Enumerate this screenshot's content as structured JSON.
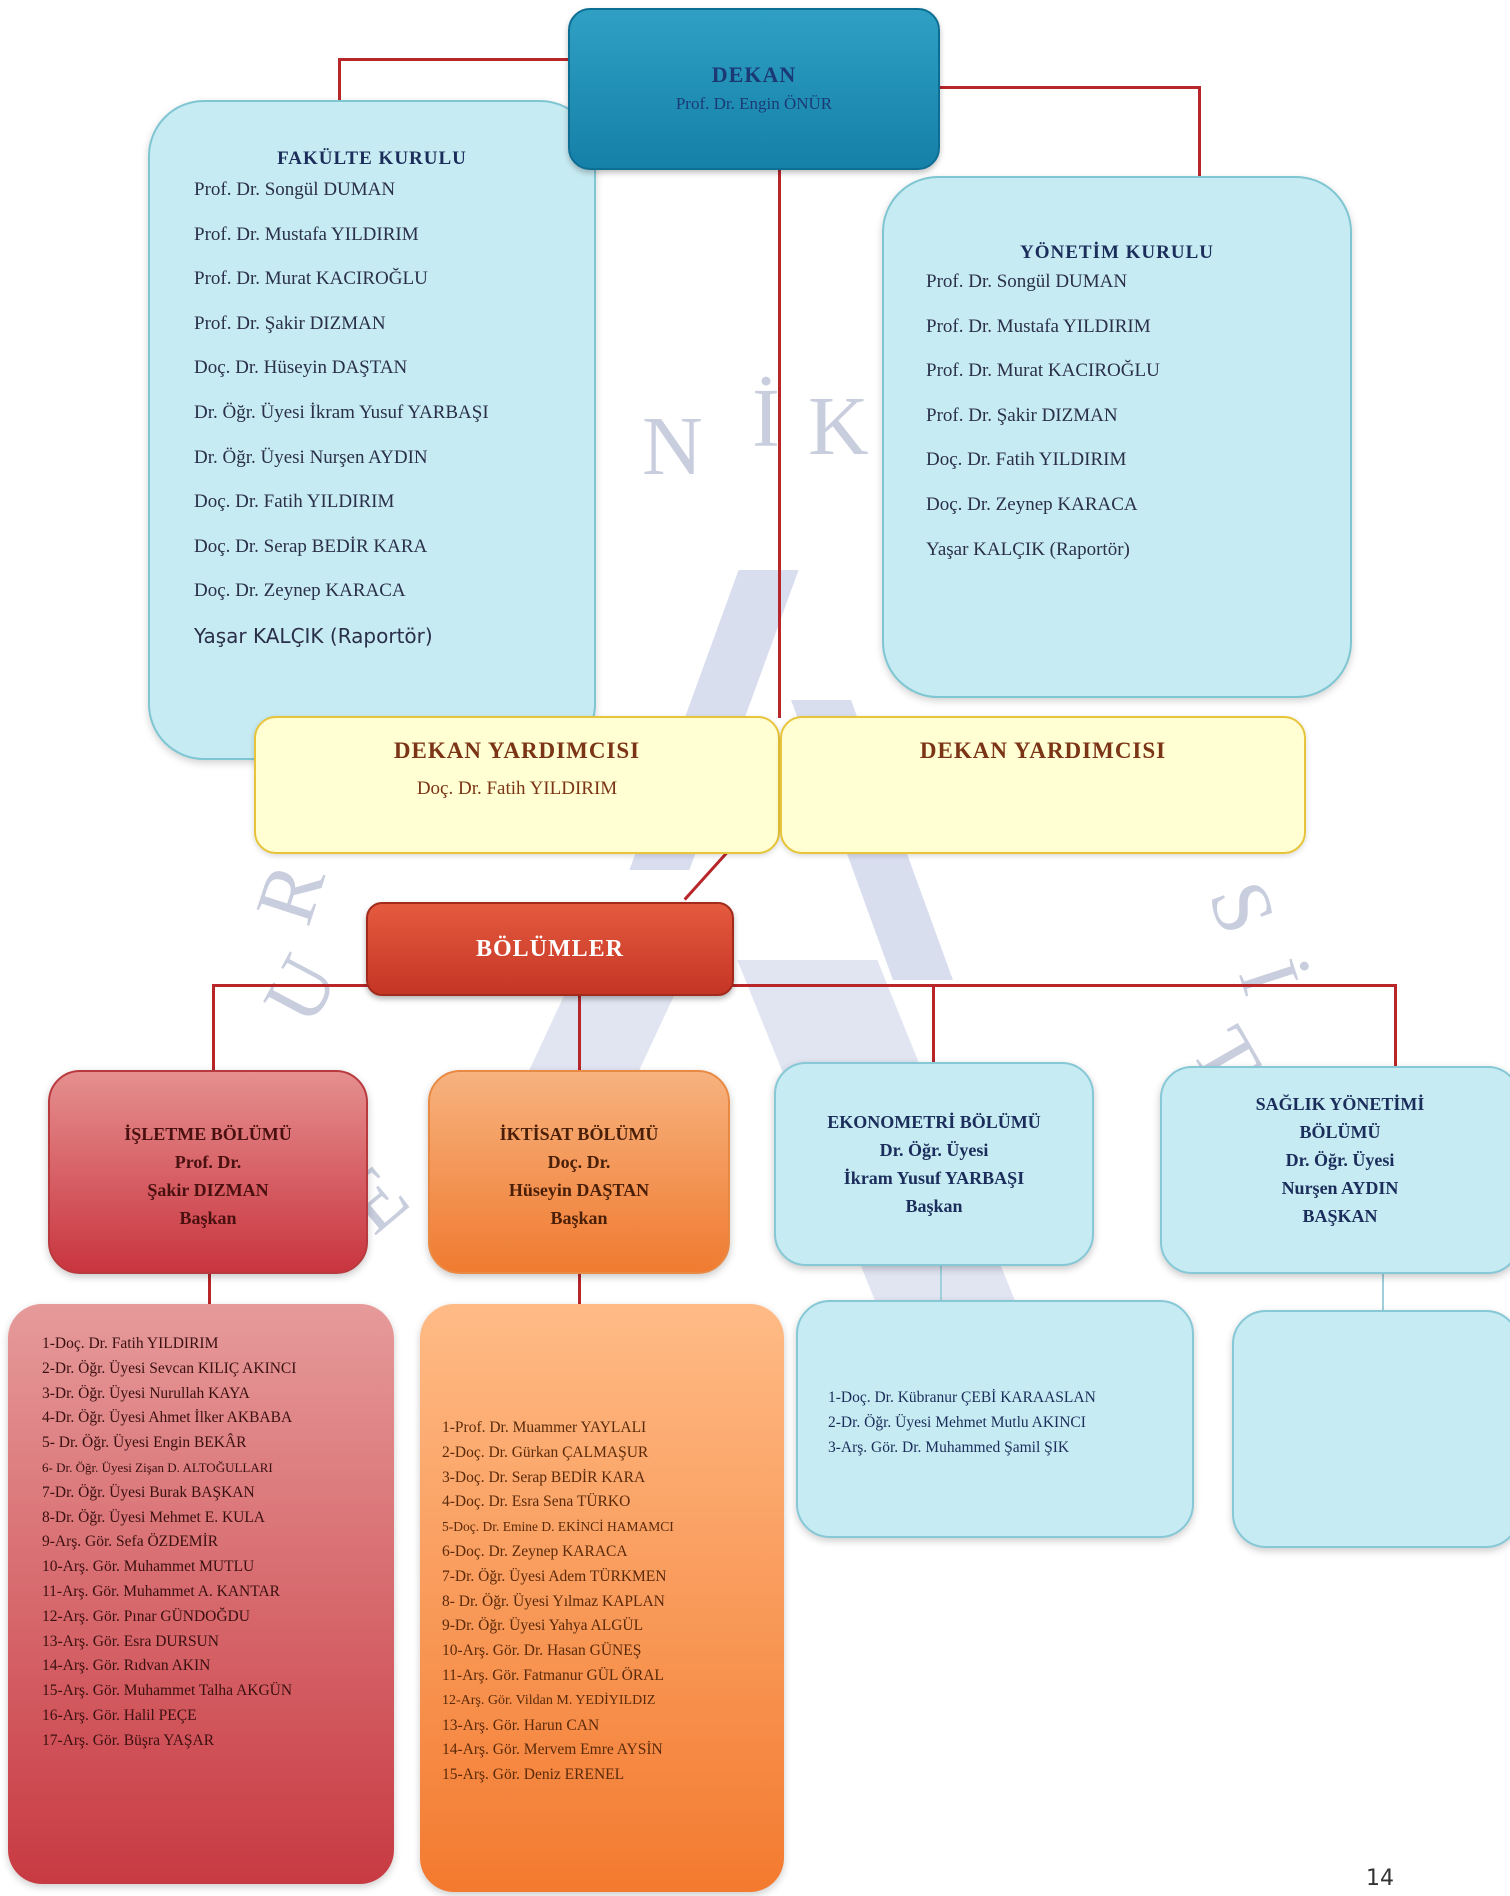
{
  "dekan": {
    "title": "DEKAN",
    "name": "Prof. Dr. Engin ÖNÜR"
  },
  "fakulte_kurulu": {
    "title": "FAKÜLTE KURULU",
    "members": [
      "Prof. Dr. Songül DUMAN",
      "Prof. Dr. Mustafa YILDIRIM",
      "Prof. Dr. Murat KACIROĞLU",
      "Prof. Dr. Şakir DIZMAN",
      "Doç. Dr. Hüseyin DAŞTAN",
      "Dr. Öğr. Üyesi İkram Yusuf YARBAŞI",
      "Dr. Öğr. Üyesi Nurşen AYDIN",
      "Doç. Dr. Fatih YILDIRIM",
      "Doç. Dr. Serap BEDİR KARA",
      "Doç. Dr. Zeynep KARACA",
      "Yaşar KALÇIK (Raportör)"
    ]
  },
  "yonetim_kurulu": {
    "title": "YÖNETİM KURULU",
    "members": [
      "Prof. Dr. Songül DUMAN",
      "Prof. Dr. Mustafa YILDIRIM",
      "Prof. Dr. Murat KACIROĞLU",
      "Prof. Dr. Şakir DIZMAN",
      "Doç. Dr. Fatih YILDIRIM",
      "Doç. Dr. Zeynep KARACA",
      "Yaşar KALÇIK (Raportör)"
    ]
  },
  "dekan_yardimcisi_1": {
    "title": "DEKAN YARDIMCISI",
    "name": "Doç. Dr. Fatih YILDIRIM"
  },
  "dekan_yardimcisi_2": {
    "title": "DEKAN YARDIMCISI"
  },
  "bolumler": {
    "title": "BÖLÜMLER"
  },
  "departments": {
    "isletme": {
      "lines": [
        "İŞLETME BÖLÜMÜ",
        "Prof. Dr.",
        "Şakir DIZMAN",
        "Başkan"
      ]
    },
    "iktisat": {
      "lines": [
        "İKTİSAT BÖLÜMÜ",
        "Doç. Dr.",
        "Hüseyin DAŞTAN",
        "Başkan"
      ]
    },
    "ekonometri": {
      "lines": [
        "EKONOMETRİ BÖLÜMÜ",
        "Dr. Öğr. Üyesi",
        "İkram Yusuf YARBAŞI",
        "Başkan"
      ]
    },
    "saglik": {
      "lines": [
        "SAĞLIK YÖNETİMİ",
        "BÖLÜMÜ",
        "Dr. Öğr. Üyesi",
        "Nurşen AYDIN",
        "BAŞKAN"
      ]
    }
  },
  "staff": {
    "isletme": [
      "1-Doç. Dr. Fatih YILDIRIM",
      "2-Dr. Öğr. Üyesi Sevcan KILIÇ AKINCI",
      "3-Dr. Öğr. Üyesi Nurullah KAYA",
      "4-Dr. Öğr. Üyesi Ahmet İlker AKBABA",
      "5- Dr. Öğr. Üyesi Engin BEKÂR",
      "6- Dr. Öğr. Üyesi Zişan D. ALTOĞULLARI",
      "7-Dr. Öğr. Üyesi Burak BAŞKAN",
      "8-Dr. Öğr. Üyesi Mehmet E. KULA",
      "9-Arş. Gör. Sefa ÖZDEMİR",
      "10-Arş. Gör. Muhammet MUTLU",
      "11-Arş. Gör. Muhammet A. KANTAR",
      "12-Arş. Gör. Pınar GÜNDOĞDU",
      "13-Arş. Gör. Esra DURSUN",
      "14-Arş. Gör. Rıdvan AKIN",
      "15-Arş. Gör. Muhammet Talha AKGÜN",
      "16-Arş. Gör. Halil PEÇE",
      "17-Arş. Gör. Büşra YAŞAR"
    ],
    "iktisat": [
      "1-Prof. Dr. Muammer YAYLALI",
      "2-Doç. Dr. Gürkan ÇALMAŞUR",
      "3-Doç. Dr. Serap BEDİR KARA",
      "4-Doç. Dr. Esra Sena TÜRKO",
      "5-Doç. Dr. Emine D. EKİNCİ HAMAMCI",
      "6-Doç. Dr. Zeynep KARACA",
      "7-Dr. Öğr. Üyesi Adem TÜRKMEN",
      "8- Dr. Öğr. Üyesi Yılmaz KAPLAN",
      "9-Dr. Öğr. Üyesi Yahya ALGÜL",
      "10-Arş. Gör. Dr. Hasan GÜNEŞ",
      "11-Arş. Gör. Fatmanur GÜL ÖRAL",
      "12-Arş. Gör. Vildan M. YEDİYILDIZ",
      "13-Arş. Gör. Harun CAN",
      "14-Arş. Gör. Mervem Emre AYSİN",
      "15-Arş. Gör. Deniz ERENEL"
    ],
    "ekonometri": [
      "1-Doç. Dr. Kübranur ÇEBİ KARAASLAN",
      "2-Dr. Öğr. Üyesi Mehmet Mutlu AKINCI",
      "3-Arş. Gör. Dr. Muhammed Şamil ŞIK"
    ]
  },
  "watermark": [
    "N",
    "İ",
    "K",
    "R",
    "U",
    "S",
    "İ",
    "T",
    "E"
  ],
  "page_number": "14",
  "colors": {
    "connector": "#b8262a",
    "dekan": "#1a8fb8",
    "kurul": "#c7ebf2",
    "yardimci": "#ffffd3",
    "bolumler": "#d8452f",
    "isletme": "#d25a5e",
    "iktisat": "#f39450",
    "light_dept": "#c6ebf3"
  }
}
